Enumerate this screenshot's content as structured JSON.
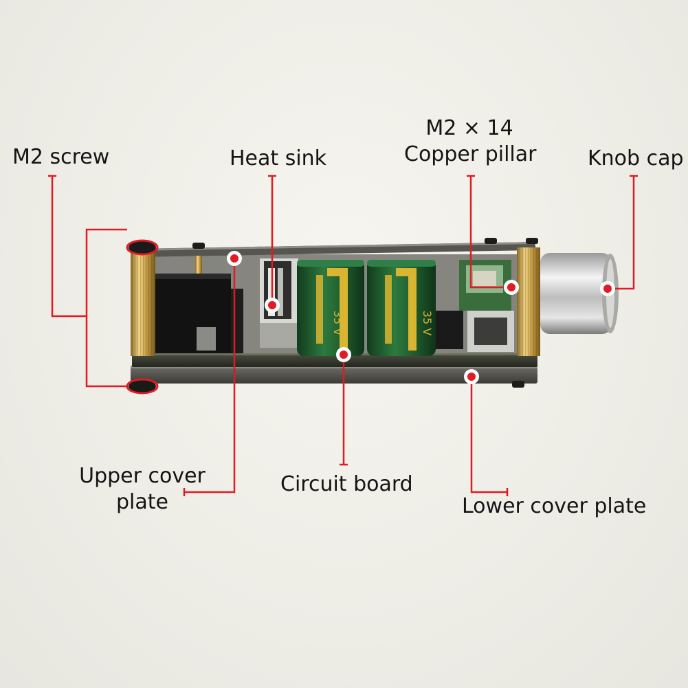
{
  "labels": {
    "m2_screw": "M2 screw",
    "heat_sink": "Heat sink",
    "pillar_line1": "M2 × 14",
    "pillar_line2": "Copper pillar",
    "knob_cap": "Knob cap",
    "upper_line1": "Upper cover",
    "upper_line2": "plate",
    "circuit_board": "Circuit board",
    "lower_cover": "Lower cover plate"
  },
  "capacitors": [
    {
      "rating": "35 V"
    },
    {
      "rating": "35 V"
    }
  ],
  "colors": {
    "leader": "#e01b24",
    "text": "#141414",
    "capacitor": "#1e5a2c",
    "brass": "#c9a24a",
    "board": "#3a3d33"
  }
}
